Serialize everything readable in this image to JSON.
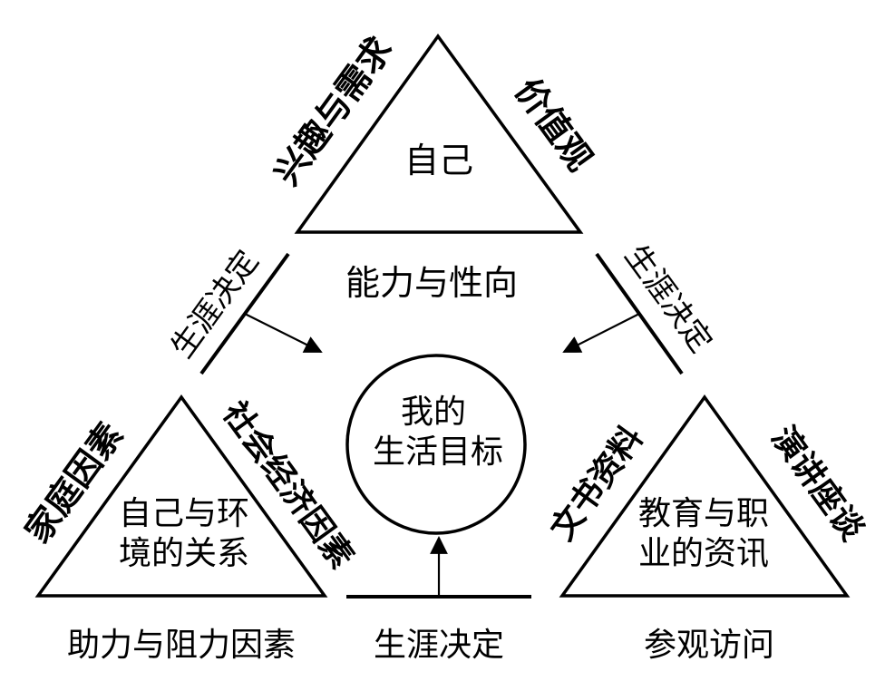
{
  "colors": {
    "stroke": "#000000",
    "background": "#ffffff"
  },
  "top_triangle": {
    "center": "自己",
    "left_side": "兴趣与需求",
    "right_side": "价值观",
    "below": "能力与性向"
  },
  "left_triangle": {
    "center_line1": "自己与环",
    "center_line2": "境的关系",
    "left_side": "家庭因素",
    "right_side": "社会经济因素",
    "below": "助力与阻力因素"
  },
  "right_triangle": {
    "center_line1": "教育与职",
    "center_line2": "业的资讯",
    "left_side": "文书资料",
    "right_side": "演讲座谈",
    "below": "参观访问"
  },
  "circle": {
    "line1": "我的",
    "line2": "生活目标"
  },
  "connectors": {
    "left": "生涯决定",
    "right": "生涯决定",
    "bottom": "生涯决定"
  }
}
